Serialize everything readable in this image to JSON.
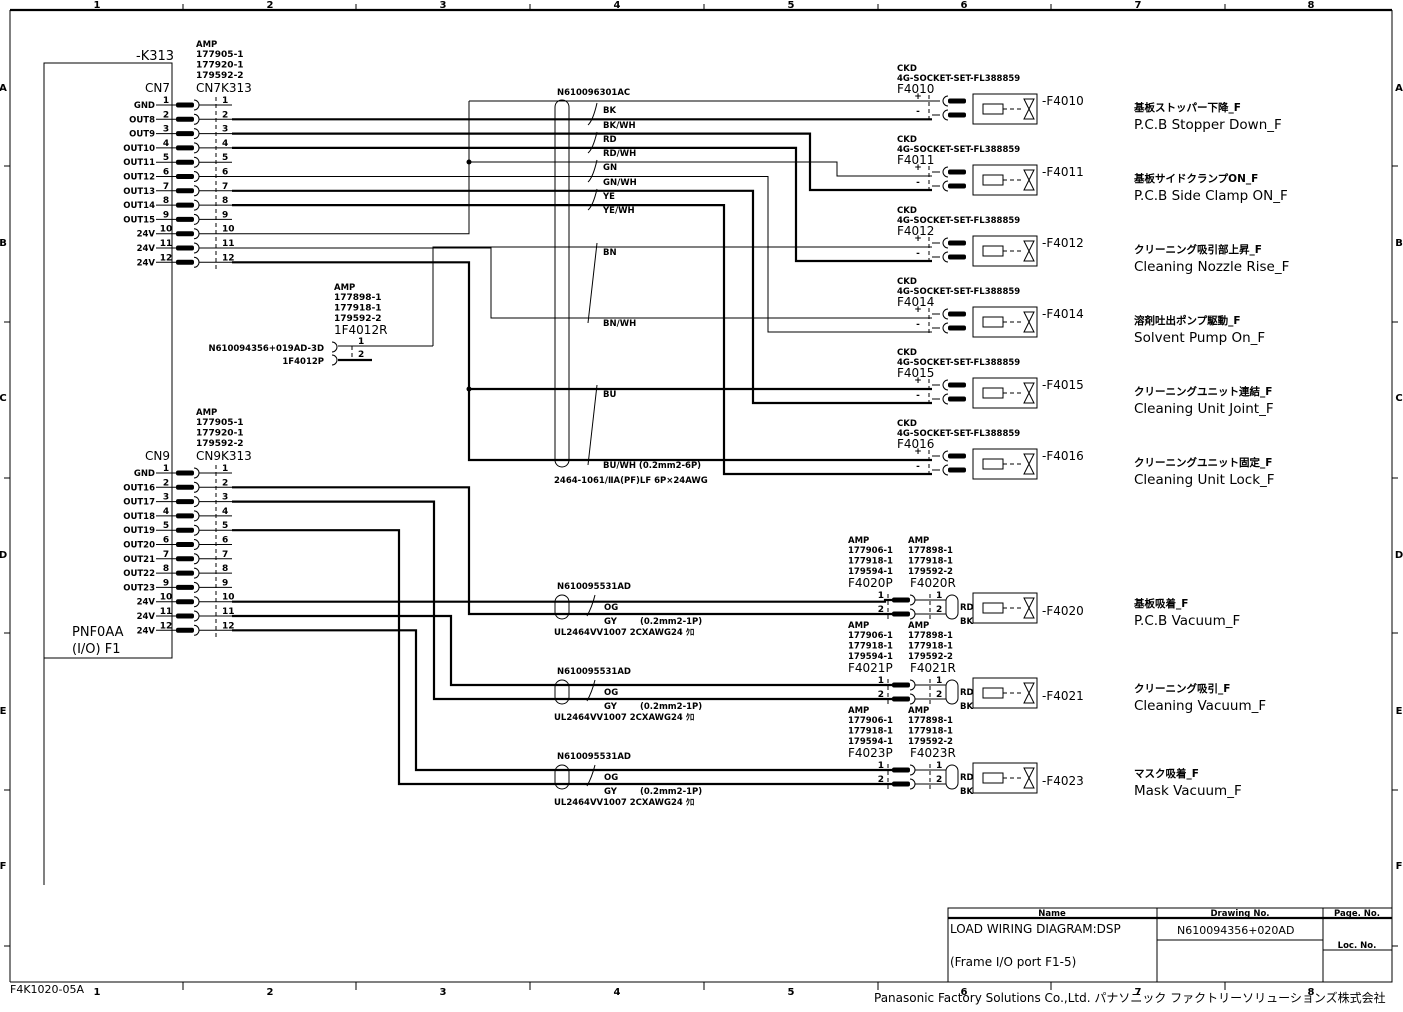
{
  "frame": {
    "columns": [
      "1",
      "2",
      "3",
      "4",
      "5",
      "6",
      "7",
      "8"
    ],
    "rows": [
      "A",
      "B",
      "C",
      "D",
      "E",
      "F"
    ],
    "sheet_code": "F4K1020-05A"
  },
  "module": {
    "ref": "-K313",
    "name_line1": "PNF0AA",
    "name_line2": "(I/O) F1"
  },
  "cn7": {
    "header": "CN7",
    "mate_ref": "CN7K313",
    "maker": "AMP",
    "part_numbers": [
      "177905-1",
      "177920-1",
      "179592-2"
    ],
    "pins": [
      {
        "signal": "GND",
        "no": "1"
      },
      {
        "signal": "OUT8",
        "no": "2"
      },
      {
        "signal": "OUT9",
        "no": "3"
      },
      {
        "signal": "OUT10",
        "no": "4"
      },
      {
        "signal": "OUT11",
        "no": "5"
      },
      {
        "signal": "OUT12",
        "no": "6"
      },
      {
        "signal": "OUT13",
        "no": "7"
      },
      {
        "signal": "OUT14",
        "no": "8"
      },
      {
        "signal": "OUT15",
        "no": "9"
      },
      {
        "signal": "24V",
        "no": "10"
      },
      {
        "signal": "24V",
        "no": "11"
      },
      {
        "signal": "24V",
        "no": "12"
      }
    ]
  },
  "cn9": {
    "header": "CN9",
    "mate_ref": "CN9K313",
    "maker": "AMP",
    "part_numbers": [
      "177905-1",
      "177920-1",
      "179592-2"
    ],
    "pins": [
      {
        "signal": "GND",
        "no": "1"
      },
      {
        "signal": "OUT16",
        "no": "2"
      },
      {
        "signal": "OUT17",
        "no": "3"
      },
      {
        "signal": "OUT18",
        "no": "4"
      },
      {
        "signal": "OUT19",
        "no": "5"
      },
      {
        "signal": "OUT20",
        "no": "6"
      },
      {
        "signal": "OUT21",
        "no": "7"
      },
      {
        "signal": "OUT22",
        "no": "8"
      },
      {
        "signal": "OUT23",
        "no": "9"
      },
      {
        "signal": "24V",
        "no": "10"
      },
      {
        "signal": "24V",
        "no": "11"
      },
      {
        "signal": "24V",
        "no": "12"
      }
    ]
  },
  "aux_connector": {
    "maker": "AMP",
    "part_numbers": [
      "177898-1",
      "177918-1",
      "179592-2"
    ],
    "ref": "1F4012R",
    "cable_label": "N610094356+019AD-3D",
    "plug_label": "1F4012P",
    "pins": [
      "1",
      "2"
    ]
  },
  "cable_6p": {
    "part_no": "N610096301AC",
    "colors": [
      "BK",
      "BK/WH",
      "RD",
      "RD/WH",
      "GN",
      "GN/WH",
      "YE",
      "YE/WH",
      "BN",
      "BN/WH",
      "BU",
      "BU/WH (0.2mm2-6P)"
    ],
    "spec": "2464-1061/ⅡA(PF)LF 6P×24AWG"
  },
  "valves": [
    {
      "maker": "CKD",
      "socket": "4G-SOCKET-SET-FL388859",
      "ref": "F4010",
      "tag": "-F4010",
      "label_jp": "基板ストッパー下降_F",
      "label_en": "P.C.B Stopper Down_F"
    },
    {
      "maker": "CKD",
      "socket": "4G-SOCKET-SET-FL388859",
      "ref": "F4011",
      "tag": "-F4011",
      "label_jp": "基板サイドクランプON_F",
      "label_en": "P.C.B Side Clamp ON_F"
    },
    {
      "maker": "CKD",
      "socket": "4G-SOCKET-SET-FL388859",
      "ref": "F4012",
      "tag": "-F4012",
      "label_jp": "クリーニング吸引部上昇_F",
      "label_en": "Cleaning Nozzle Rise_F"
    },
    {
      "maker": "CKD",
      "socket": "4G-SOCKET-SET-FL388859",
      "ref": "F4014",
      "tag": "-F4014",
      "label_jp": "溶剤吐出ポンプ駆動_F",
      "label_en": "Solvent Pump On_F"
    },
    {
      "maker": "CKD",
      "socket": "4G-SOCKET-SET-FL388859",
      "ref": "F4015",
      "tag": "-F4015",
      "label_jp": "クリーニングユニット連結_F",
      "label_en": "Cleaning Unit Joint_F"
    },
    {
      "maker": "CKD",
      "socket": "4G-SOCKET-SET-FL388859",
      "ref": "F4016",
      "tag": "-F4016",
      "label_jp": "クリーニングユニット固定_F",
      "label_en": "Cleaning Unit Lock_F"
    }
  ],
  "polarity": {
    "plus": "+",
    "minus": "-"
  },
  "vacuum_valves": [
    {
      "plug_maker": "AMP",
      "plug_parts": [
        "177906-1",
        "177918-1",
        "179594-1"
      ],
      "plug_ref": "F4020P",
      "rec_maker": "AMP",
      "rec_parts": [
        "177898-1",
        "177918-1",
        "179592-2"
      ],
      "rec_ref": "F4020R",
      "tag": "-F4020",
      "label_jp": "基板吸着_F",
      "label_en": "P.C.B Vacuum_F"
    },
    {
      "plug_maker": "AMP",
      "plug_parts": [
        "177906-1",
        "177918-1",
        "179594-1"
      ],
      "plug_ref": "F4021P",
      "rec_maker": "AMP",
      "rec_parts": [
        "177898-1",
        "177918-1",
        "179592-2"
      ],
      "rec_ref": "F4021R",
      "tag": "-F4021",
      "label_jp": "クリーニング吸引_F",
      "label_en": "Cleaning Vacuum_F"
    },
    {
      "plug_maker": "AMP",
      "plug_parts": [
        "177906-1",
        "177918-1",
        "179594-1"
      ],
      "plug_ref": "F4023P",
      "rec_maker": "AMP",
      "rec_parts": [
        "177898-1",
        "177918-1",
        "179592-2"
      ],
      "rec_ref": "F4023R",
      "tag": "-F4023",
      "label_jp": "マスク吸着_F",
      "label_en": "Mask Vacuum_F"
    }
  ],
  "cable_1p": {
    "part_no": "N610095531AD",
    "colors": [
      "OG",
      "GY"
    ],
    "size": "(0.2mm2-1P)",
    "spec": "UL2464VV1007 2CXAWG24 ｸﾛ",
    "pin_labels": [
      "1",
      "2"
    ],
    "wire_colors": [
      "RD",
      "BK"
    ]
  },
  "title_block": {
    "name_header": "Name",
    "drawing_header": "Drawing No.",
    "page_header": "Page. No.",
    "loc_header": "Loc. No.",
    "name_line1": "LOAD WIRING DIAGRAM:DSP",
    "name_line2": "(Frame I/O port F1-5)",
    "drawing_no": "N610094356+020AD",
    "page_no": "",
    "loc_no": ""
  },
  "company": "Panasonic Factory Solutions Co.,Ltd. パナソニック ファクトリーソリューションズ株式会社"
}
